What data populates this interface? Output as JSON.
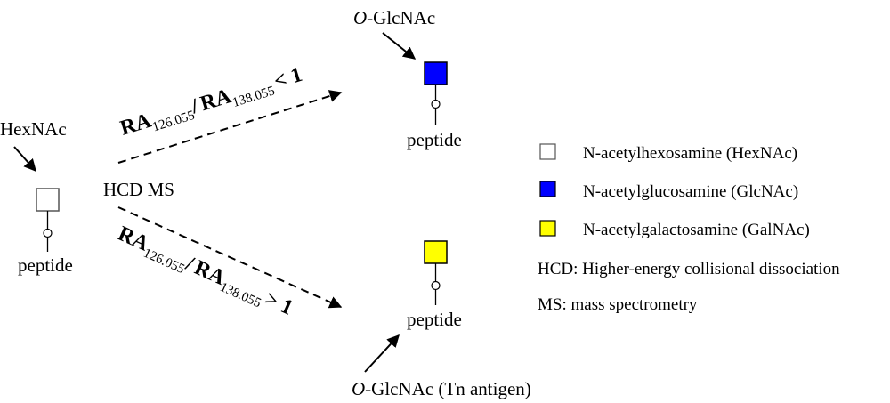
{
  "left": {
    "hexnac_label": "HexNAc",
    "peptide_label": "peptide",
    "method_label": "HCD MS"
  },
  "top_branch": {
    "ratio_num_main": "RA",
    "ratio_num_sub": "126.055",
    "ratio_slash": "/",
    "ratio_den_main": "RA",
    "ratio_den_sub": "138.055",
    "ratio_comparator": "< 1",
    "product_label_italic": "O",
    "product_label_rest": "-GlcNAc",
    "peptide_label": "peptide"
  },
  "bottom_branch": {
    "ratio_num_main": "RA",
    "ratio_num_sub": "126.055",
    "ratio_slash": "/",
    "ratio_den_main": "RA",
    "ratio_den_sub": "138.055",
    "ratio_comparator": "> 1",
    "product_label_italic": "O",
    "product_label_rest": "-GlcNAc (Tn antigen)",
    "peptide_label": "peptide"
  },
  "legend": {
    "items": [
      {
        "label": "N-acetylhexosamine (HexNAc)",
        "color": "#ffffff"
      },
      {
        "label": "N-acetylglucosamine (GlcNAc)",
        "color": "#0000ff"
      },
      {
        "label": "N-acetylgalactosamine (GalNAc)",
        "color": "#ffff00"
      }
    ],
    "notes": [
      "HCD: Higher-energy collisional dissociation",
      "MS: mass spectrometry"
    ]
  },
  "colors": {
    "hexnac_fill": "#ffffff",
    "glcnac_fill": "#0000ff",
    "galnac_fill": "#ffff00",
    "stroke": "#000000"
  }
}
